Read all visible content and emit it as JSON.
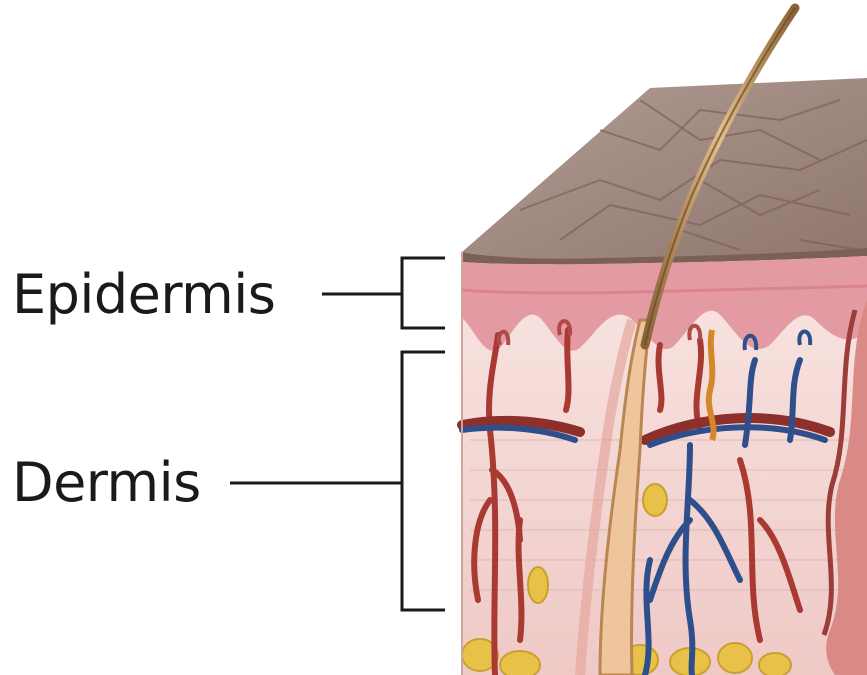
{
  "labels": {
    "epidermis": "Epidermis",
    "dermis": "Dermis"
  },
  "colors": {
    "surface_top": "#9c857c",
    "epidermis": "#e49aa3",
    "dermis": "#f4d6d3",
    "artery": "#a83a32",
    "vein": "#2f4f8c",
    "hair": "#c79a62",
    "fat": "#e8c248",
    "leader_line": "#1a1a1a"
  },
  "icons": [
    "skin-cross-section-illustration"
  ]
}
